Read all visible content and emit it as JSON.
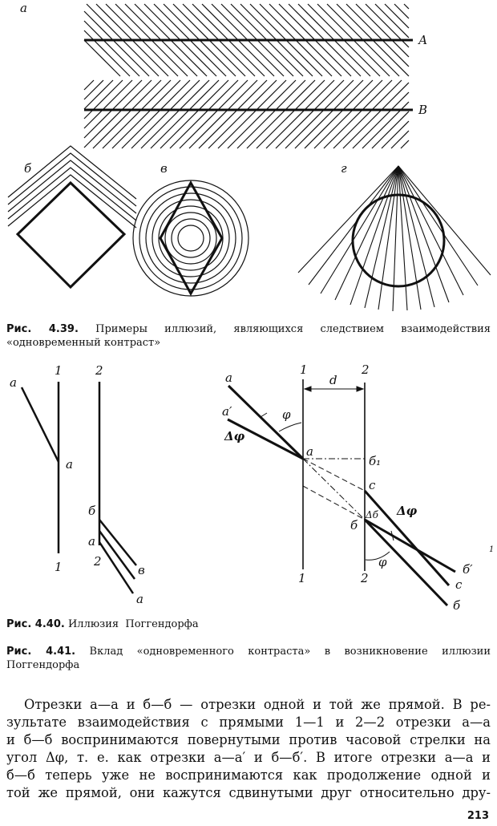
{
  "figures": {
    "fig_4_39": {
      "panel_labels": [
        "а",
        "б",
        "в",
        "г"
      ],
      "line_labels": [
        "А",
        "В"
      ]
    },
    "fig_4_40": {
      "labels": [
        "1",
        "1",
        "а",
        "а",
        "2",
        "б",
        "а",
        "2",
        "в",
        "а"
      ]
    },
    "fig_4_41": {
      "labels": {
        "top1": "1",
        "top2": "2",
        "d": "d",
        "a": "а",
        "a_prime": "а′",
        "phi1": "φ",
        "dphi1": "Δφ",
        "a_point": "а",
        "b1": "б₁",
        "c_point": "с",
        "db": "Δб",
        "b_point": "б",
        "dphi2": "Δφ",
        "phi2": "φ",
        "bottom1": "1",
        "bottom2": "2",
        "b_prime": "б′",
        "c_end": "с",
        "b_end": "б",
        "margin_mark": "1"
      }
    }
  },
  "captions": {
    "fig_4_39": {
      "num": "Рис. 4.39.",
      "text": "Примеры иллюзий, являющихся следствием взаимодействия «одновременный контраст»"
    },
    "fig_4_40": {
      "num": "Рис. 4.40.",
      "text": "Иллюзия  Поггендорфа"
    },
    "fig_4_41": {
      "num": "Рис. 4.41.",
      "text": "Вклад «одновременного контраста» в возникновение иллюзии Поггендорфа"
    }
  },
  "body_lines": [
    "Отрезки а—а и б—б — отрезки одной и той же прямой. В ре-",
    "зультате взаимодействия с прямыми 1—1 и 2—2 отрезки а—а",
    "и б—б воспринимаются повернутыми против часовой стрелки на",
    "угол Δφ, т. е. как отрезки а—а′ и б—б′. В итоге отрезки а—а и",
    "б—б теперь уже не воспринимаются как продолжение одной и",
    "той же прямой, они кажутся сдвинутыми друг относительно дру-"
  ],
  "page_number": "213"
}
